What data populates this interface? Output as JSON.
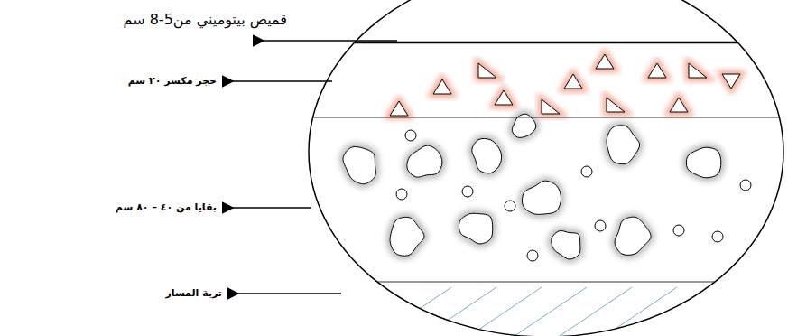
{
  "diagram": {
    "labels": [
      "قميص بيتوميني من5-8 سم",
      "حجر مكسر ٢٠ سم",
      "بقايا من ٤٠ – ٨٠ سم",
      "تربة المسار"
    ]
  }
}
